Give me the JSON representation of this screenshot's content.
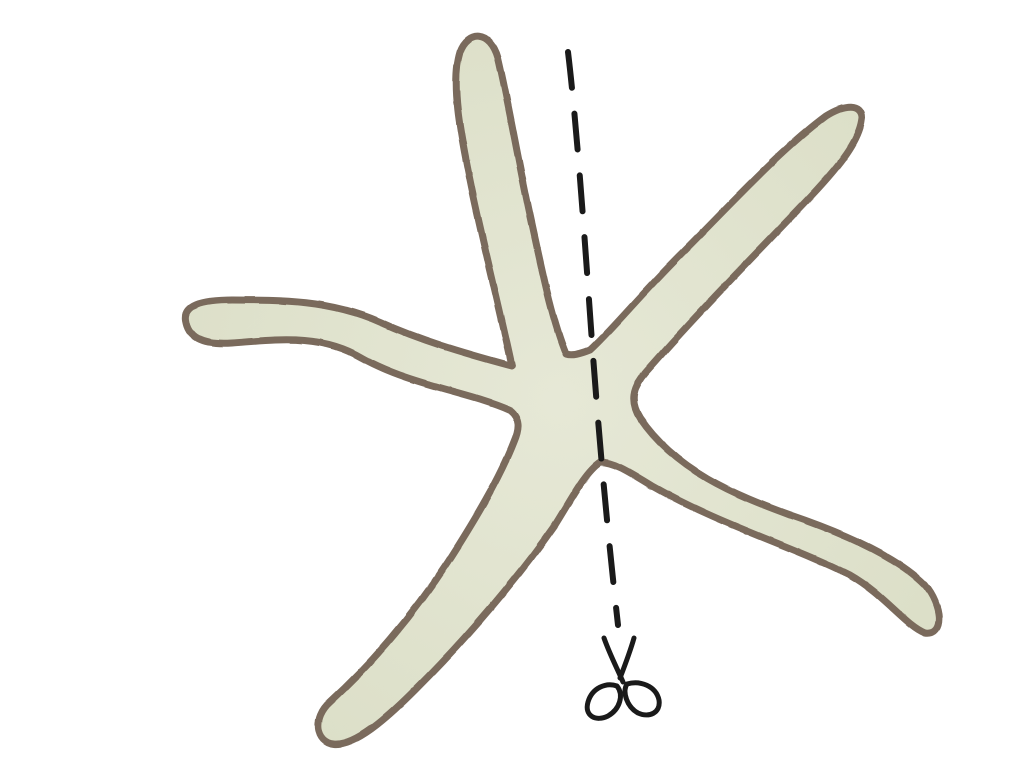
{
  "diagram": {
    "subject": "starfish-shape",
    "arm_count": 5,
    "has_cut_line": true,
    "cut_line_style": "dashed",
    "cut_icon": "scissors-icon"
  },
  "colors": {
    "background": "#ffffff",
    "starfish_fill": "#e6e8d6",
    "starfish_fill_shade": "#dcdfc8",
    "starfish_outline": "#7a6b5c",
    "cut_line": "#1a1a1a",
    "scissors": "#1a1a1a"
  }
}
